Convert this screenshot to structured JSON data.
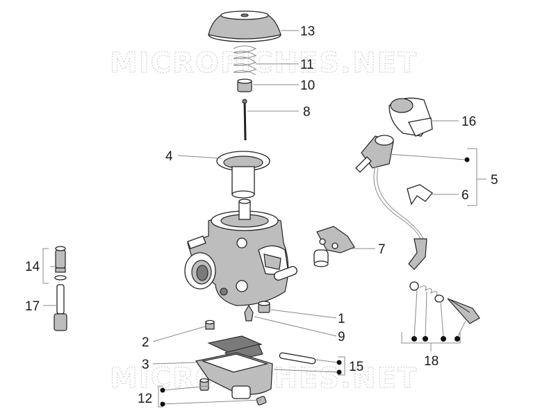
{
  "watermark": "MICROFICHES.NET",
  "callouts": [
    "1",
    "2",
    "3",
    "4",
    "5",
    "6",
    "7",
    "8",
    "9",
    "10",
    "11",
    "12",
    "13",
    "14",
    "15",
    "16",
    "17",
    "18"
  ]
}
